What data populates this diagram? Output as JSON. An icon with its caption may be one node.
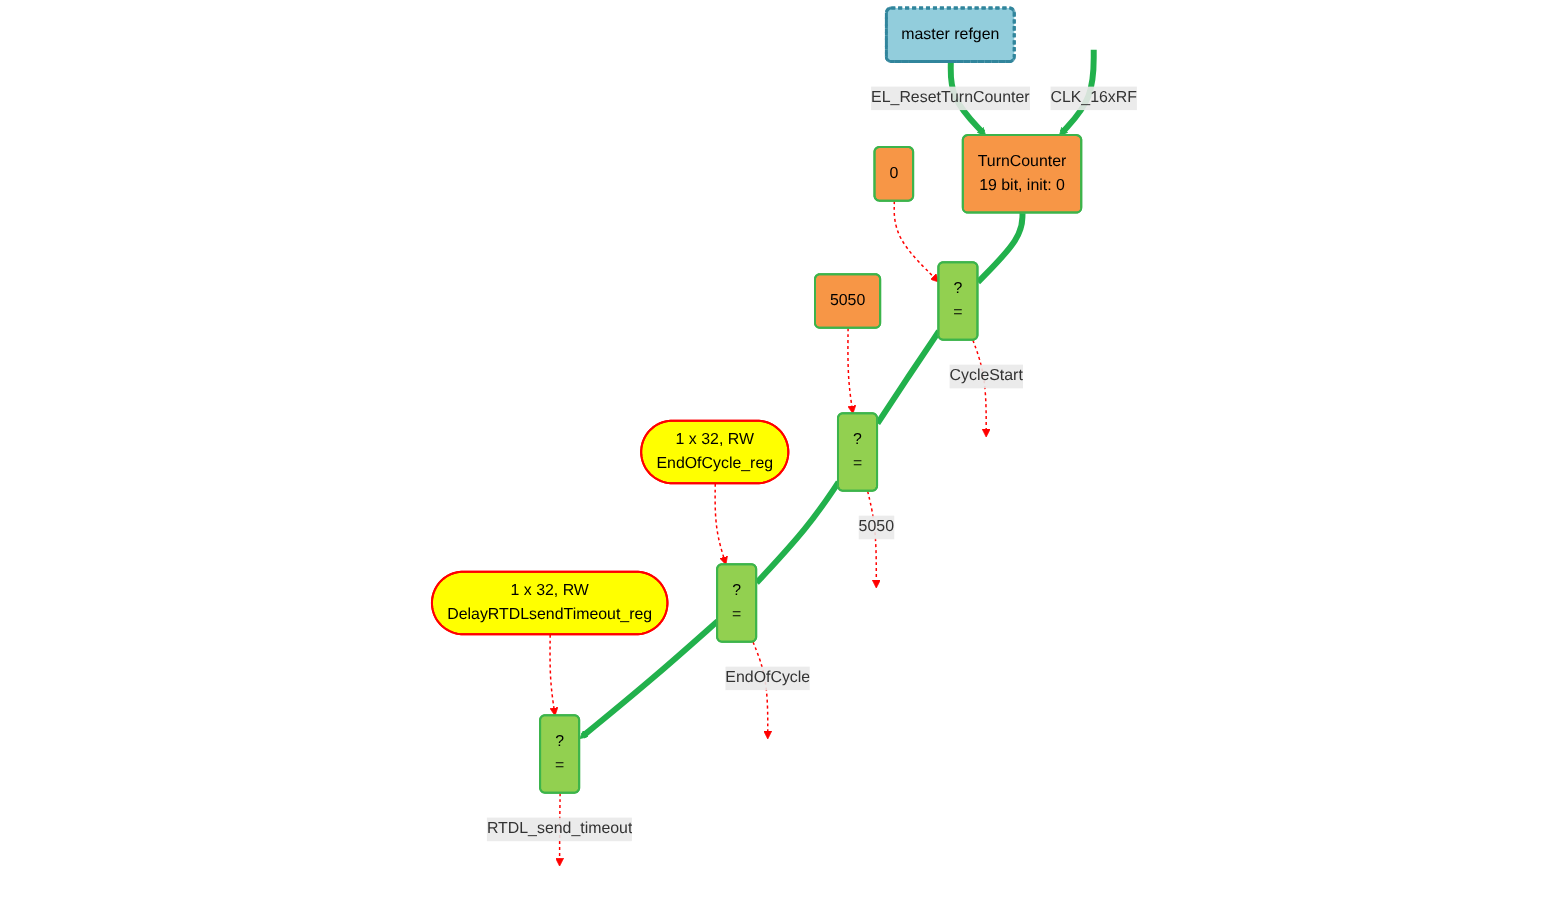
{
  "diagram": {
    "nodes": [
      {
        "text": [
          "TurnCounter",
          "19 bit, init: 0"
        ]
      },
      {
        "text": [
          "master refgen"
        ]
      },
      {
        "text": [
          "0"
        ]
      },
      {
        "text": [
          "?",
          "="
        ]
      },
      {
        "text": [
          "5050"
        ]
      },
      {
        "text": [
          "?",
          "="
        ]
      },
      {
        "text": [
          "1 x 32, RW",
          "EndOfCycle_reg"
        ]
      },
      {
        "text": [
          "?",
          "="
        ]
      },
      {
        "text": [
          "1 x 32, RW",
          "DelayRTDLsendTimeout_reg"
        ]
      },
      {
        "text": [
          "?",
          "="
        ]
      }
    ],
    "edges": [
      {
        "from": null,
        "to": 0,
        "arrow": "to",
        "label": "CLK_16xRF",
        "style": "thick",
        "color": "#22b14c"
      },
      {
        "from": 1,
        "to": 0,
        "arrow": "to",
        "label": "EL_ResetTurnCounter",
        "style": "thick",
        "color": "#22b14c"
      },
      {
        "from": 0,
        "to": 3,
        "arrow": "none",
        "style": "thick",
        "color": "#22b14c"
      },
      {
        "from": 3,
        "to": 5,
        "arrow": "none",
        "style": "thick",
        "color": "#22b14c"
      },
      {
        "from": 5,
        "to": 7,
        "arrow": "none",
        "style": "thick",
        "color": "#22b14c"
      },
      {
        "from": 7,
        "to": 9,
        "arrow": "to",
        "style": "thick",
        "color": "#22b14c"
      },
      {
        "from": 2,
        "to": 3,
        "arrow": "to",
        "style": "dashed",
        "color": "#ff0000"
      },
      {
        "from": 3,
        "to": null,
        "arrow": "to",
        "label": "CycleStart",
        "style": "dashed",
        "color": "#ff0000"
      },
      {
        "from": 4,
        "to": 5,
        "arrow": "to",
        "style": "dashed",
        "color": "#ff0000"
      },
      {
        "from": 5,
        "to": null,
        "arrow": "to",
        "label": "5050",
        "style": "dashed",
        "color": "#ff0000"
      },
      {
        "from": 6,
        "to": 7,
        "arrow": "to",
        "style": "dashed",
        "color": "#ff0000"
      },
      {
        "from": 7,
        "to": null,
        "arrow": "to",
        "label": "EndOfCycle",
        "style": "dashed",
        "color": "#ff0000"
      },
      {
        "from": 8,
        "to": 9,
        "arrow": "to",
        "style": "dashed",
        "color": "#ff0000"
      },
      {
        "from": 9,
        "to": null,
        "arrow": "to",
        "label": "RTDL_send_timeout",
        "style": "dashed",
        "color": "#ff0000"
      }
    ]
  }
}
